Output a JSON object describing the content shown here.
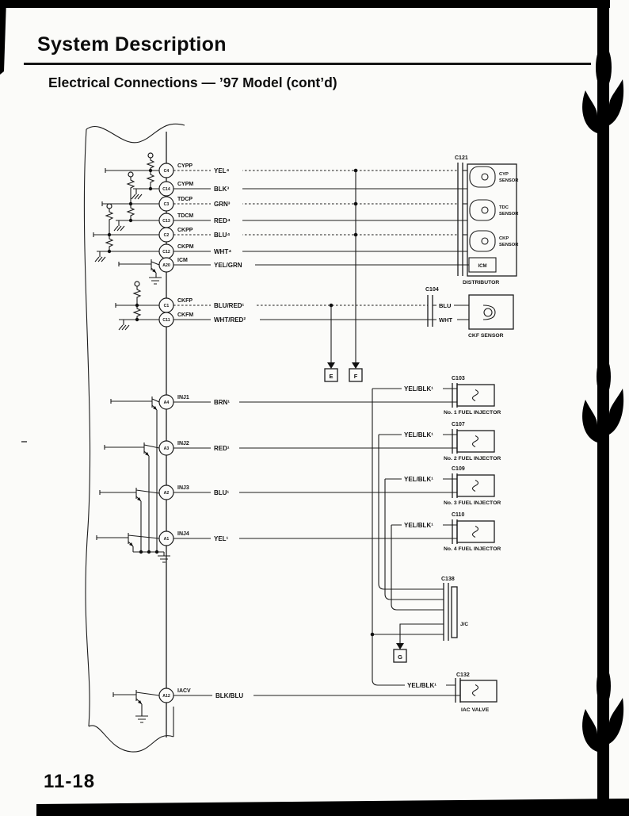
{
  "page": {
    "title": "System Description",
    "subtitle": "Electrical Connections — ’97 Model (cont’d)",
    "page_number": "11-18"
  },
  "diagram": {
    "ecm_pins": [
      {
        "pin": "C4",
        "name": "CYPP",
        "wire": "YEL⁴"
      },
      {
        "pin": "C14",
        "name": "CYPM",
        "wire": "BLK³"
      },
      {
        "pin": "C3",
        "name": "TDCP",
        "wire": "GRN³"
      },
      {
        "pin": "C13",
        "name": "TDCM",
        "wire": "RED⁴"
      },
      {
        "pin": "C2",
        "name": "CKPP",
        "wire": "BLU⁴"
      },
      {
        "pin": "C12",
        "name": "CKPM",
        "wire": "WHT⁴"
      },
      {
        "pin": "A20",
        "name": "ICM",
        "wire": "YEL/GRN"
      },
      {
        "pin": "C1",
        "name": "CKFP",
        "wire": "BLU/RED¹"
      },
      {
        "pin": "C11",
        "name": "CKFM",
        "wire": "WHT/RED²"
      },
      {
        "pin": "A4",
        "name": "INJ1",
        "wire": "BRN¹"
      },
      {
        "pin": "A3",
        "name": "INJ2",
        "wire": "RED¹"
      },
      {
        "pin": "A2",
        "name": "INJ3",
        "wire": "BLU¹"
      },
      {
        "pin": "A1",
        "name": "INJ4",
        "wire": "YEL¹"
      },
      {
        "pin": "A12",
        "name": "IACV",
        "wire": "BLK/BLU"
      }
    ],
    "distributor": {
      "connector": "C121",
      "label": "DISTRIBUTOR",
      "icm": "ICM",
      "sensors": [
        {
          "line1": "CYP",
          "line2": "SENSOR"
        },
        {
          "line1": "TDC",
          "line2": "SENSOR"
        },
        {
          "line1": "CKP",
          "line2": "SENSOR"
        }
      ]
    },
    "ckf_sensor": {
      "connector": "C104",
      "label": "CKF SENSOR",
      "wire_top": "BLU",
      "wire_bottom": "WHT"
    },
    "injectors": [
      {
        "connector": "C103",
        "label": "No. 1 FUEL INJECTOR",
        "feed": "YEL/BLK¹"
      },
      {
        "connector": "C107",
        "label": "No. 2 FUEL INJECTOR",
        "feed": "YEL/BLK¹"
      },
      {
        "connector": "C109",
        "label": "No. 3 FUEL INJECTOR",
        "feed": "YEL/BLK¹"
      },
      {
        "connector": "C110",
        "label": "No. 4 FUEL INJECTOR",
        "feed": "YEL/BLK¹"
      }
    ],
    "junction": {
      "connector": "C138",
      "label": "J/C"
    },
    "iac_valve": {
      "connector": "C132",
      "label": "IAC VALVE",
      "feed": "YEL/BLK¹"
    },
    "refs": {
      "e": "E",
      "f": "F",
      "g": "G"
    }
  }
}
